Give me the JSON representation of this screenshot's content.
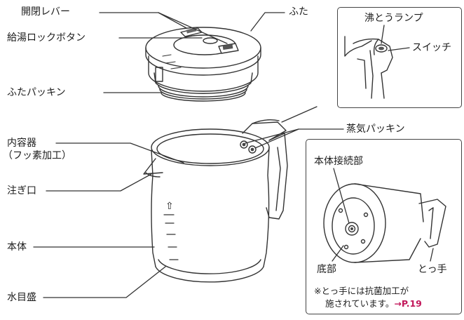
{
  "labels": {
    "lever": "開閉レバー",
    "lid": "ふた",
    "lock_button": "給湯ロックボタン",
    "lid_packing": "ふたパッキン",
    "inner_container_1": "内容器",
    "inner_container_2": "（フッ素加工）",
    "spout": "注ぎ口",
    "body": "本体",
    "water_gauge": "水目盛",
    "steam_packing": "蒸気パッキン",
    "boil_lamp": "沸とうランプ",
    "switch": "スイッチ",
    "body_connector": "本体接続部",
    "bottom": "底部",
    "handle": "とっ手"
  },
  "note": {
    "line1": "※とっ手には抗菌加工が",
    "line2": "施されています。",
    "ref": "→P.19"
  },
  "colors": {
    "line": "#333333",
    "accent_ref": "#c2185b"
  }
}
